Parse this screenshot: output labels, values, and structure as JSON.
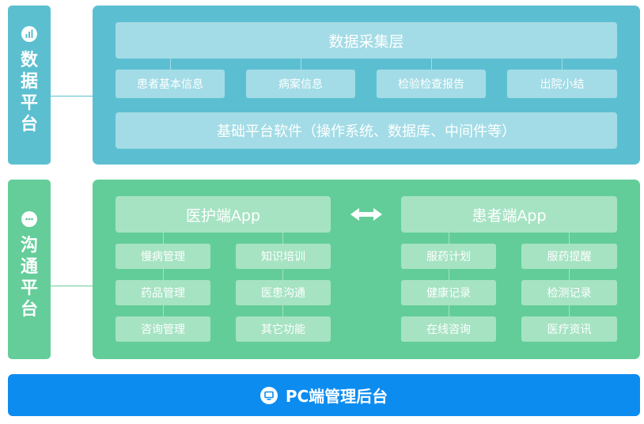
{
  "data_platform": {
    "side_label": "数据平台",
    "icon": "bar-chart-icon",
    "layer_title": "数据采集层",
    "items": [
      "患者基本信息",
      "病案信息",
      "检验检查报告",
      "出院小结"
    ],
    "base_label": "基础平台软件（操作系统、数据库、中间件等）"
  },
  "comm_platform": {
    "side_label": "沟通平台",
    "icon": "chat-icon",
    "doctor_app": {
      "title": "医护端App",
      "items": [
        "慢病管理",
        "知识培训",
        "药品管理",
        "医患沟通",
        "咨询管理",
        "其它功能"
      ]
    },
    "patient_app": {
      "title": "患者端App",
      "items": [
        "服药计划",
        "服药提醒",
        "健康记录",
        "检测记录",
        "在线咨询",
        "医疗资讯"
      ]
    },
    "link_icon": "double-arrow-icon"
  },
  "pc_backend": {
    "label": "PC端管理后台",
    "icon": "monitor-icon"
  },
  "colors": {
    "data_side": "#5bbfd0",
    "data_panel": "#5cbfd1",
    "data_box": "#a3dce6",
    "comm_side": "#64cd99",
    "comm_panel": "#62cd98",
    "comm_box": "#a6e3c3",
    "pc_bar": "#0d8cf0"
  }
}
